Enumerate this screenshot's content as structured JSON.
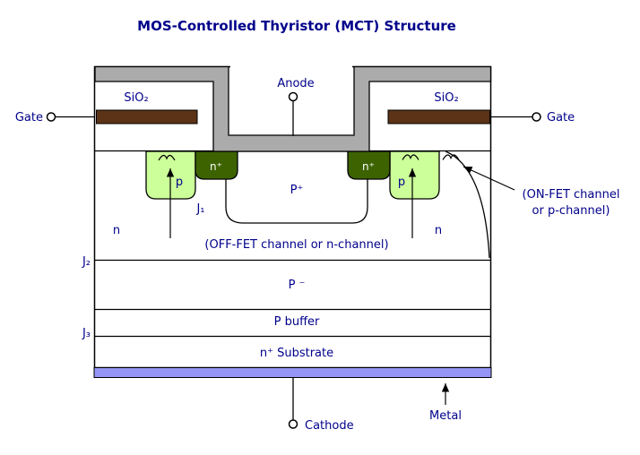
{
  "title": "MOS-Controlled Thyristor (MCT) Structure",
  "colors": {
    "text_navy": "#00008B",
    "metal_gray": "#ABABAB",
    "gate_brown": "#5C3317",
    "p_well_green": "#CCFF99",
    "n_plus_green": "#3D6300",
    "cathode_metal_blue": "#9595F5"
  },
  "terminals": {
    "anode_label": "Anode",
    "gate_left_label": "Gate",
    "gate_right_label": "Gate",
    "cathode_label": "Cathode"
  },
  "regions": {
    "sio2_left": "SiO₂",
    "sio2_right": "SiO₂",
    "p_left": "p",
    "p_right": "p",
    "n_plus_left": "n⁺",
    "n_plus_right": "n⁺",
    "p_plus": "P⁺",
    "n_left": "n",
    "n_right": "n",
    "p_minus": "P ⁻",
    "p_buffer": "P buffer",
    "n_substrate": "n⁺ Substrate"
  },
  "junctions": {
    "j1": "J₁",
    "j2": "J₂",
    "j3": "J₃"
  },
  "annotations": {
    "off_fet_channel": "(OFF-FET channel or n-channel)",
    "on_fet_channel_line1": "(ON-FET channel",
    "on_fet_channel_line2": "or p-channel)",
    "metal_label": "Metal"
  }
}
